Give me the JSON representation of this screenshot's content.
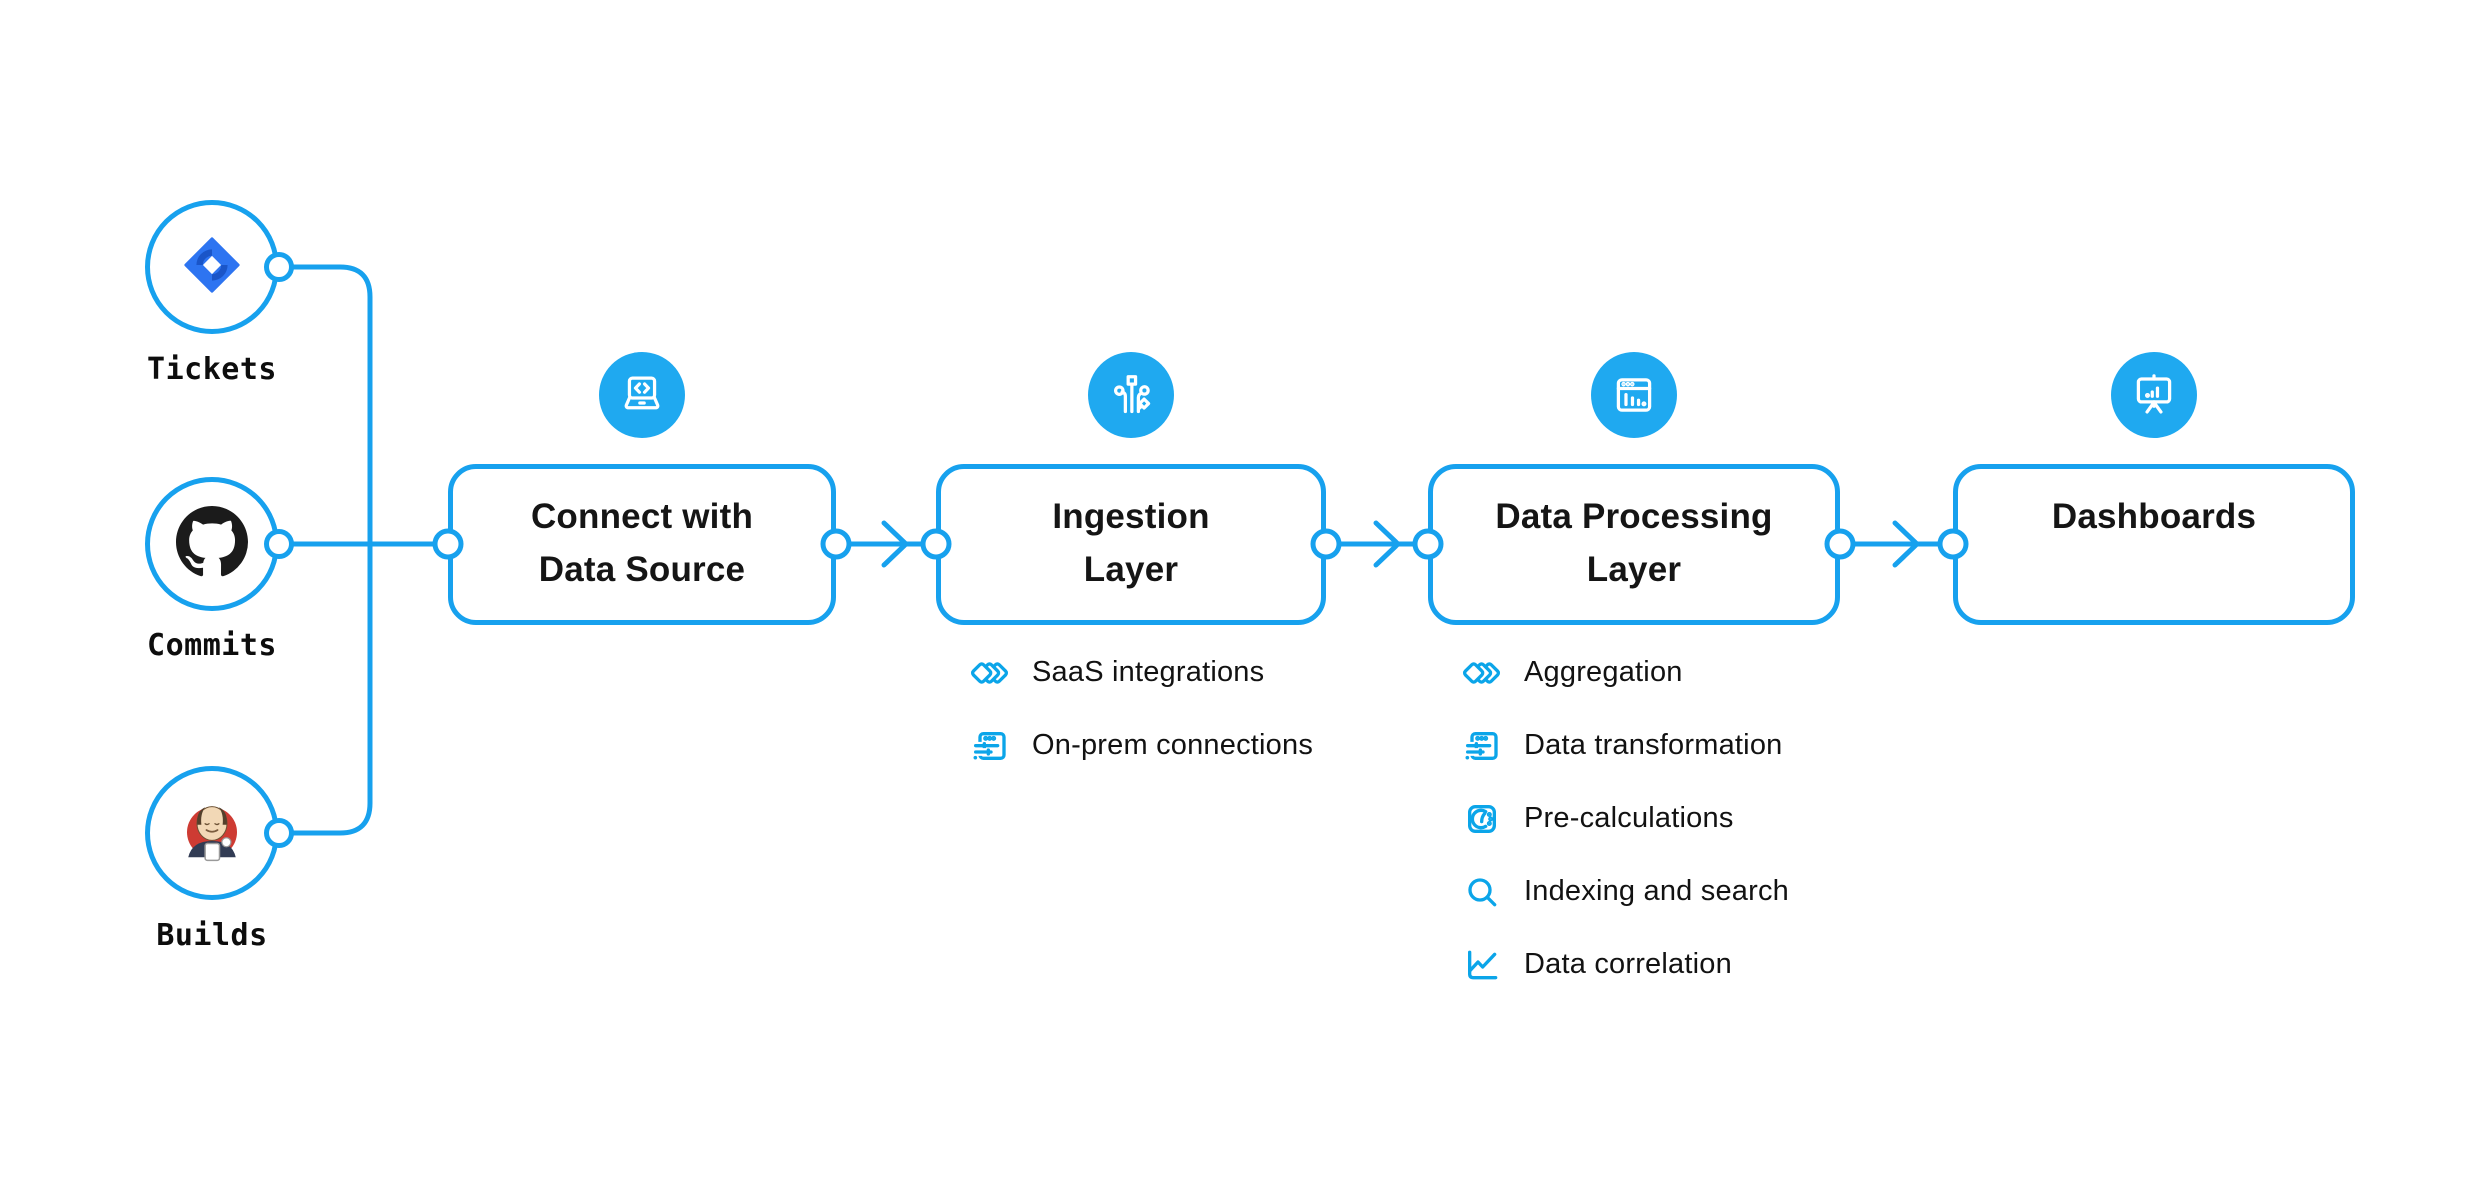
{
  "colors": {
    "accent": "#17a1ee",
    "icon_circle_fill": "#1fa9f0",
    "feature_icon_blue": "#0ba5e9",
    "text": "#151515",
    "background": "#ffffff",
    "jira_blue": "#2d74f1",
    "jira_dark_blue": "#1a55c8",
    "github_black": "#1b1b1b",
    "jenkins_red": "#ce3b33"
  },
  "sources": [
    {
      "label": "Tickets",
      "icon": "jira-icon"
    },
    {
      "label": "Commits",
      "icon": "github-icon"
    },
    {
      "label": "Builds",
      "icon": "jenkins-icon"
    }
  ],
  "stages": [
    {
      "title": "Connect with Data Source",
      "title_lines": [
        "Connect with",
        "Data Source"
      ],
      "icon": "laptop-code-icon",
      "features": []
    },
    {
      "title": "Ingestion Layer",
      "title_lines": [
        "Ingestion",
        "Layer"
      ],
      "icon": "circuit-icon",
      "features": [
        {
          "icon": "diamonds-icon",
          "label": "SaaS integrations"
        },
        {
          "icon": "window-sliders-icon",
          "label": "On-prem connections"
        }
      ]
    },
    {
      "title": "Data Processing Layer",
      "title_lines": [
        "Data Processing",
        "Layer"
      ],
      "icon": "window-chart-icon",
      "features": [
        {
          "icon": "diamonds-icon",
          "label": "Aggregation"
        },
        {
          "icon": "window-sliders-icon",
          "label": "Data transformation"
        },
        {
          "icon": "gauge-icon",
          "label": "Pre-calculations"
        },
        {
          "icon": "search-icon",
          "label": "Indexing and search"
        },
        {
          "icon": "line-chart-icon",
          "label": "Data correlation"
        }
      ]
    },
    {
      "title": "Dashboards",
      "title_lines": [
        "Dashboards"
      ],
      "icon": "presentation-chart-icon",
      "features": []
    }
  ]
}
